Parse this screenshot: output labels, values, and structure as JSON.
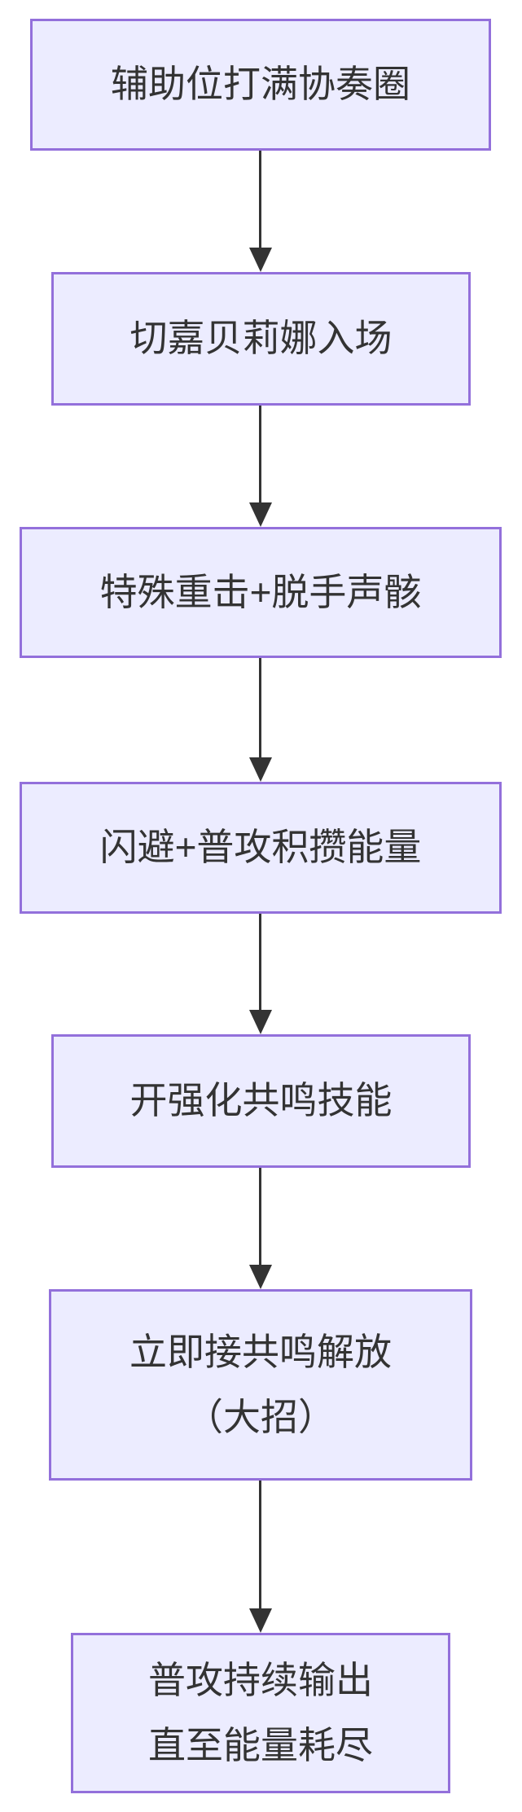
{
  "diagram": {
    "type": "flowchart",
    "direction": "top-down",
    "colors": {
      "background": "#ffffff",
      "node_fill": "#ECECFF",
      "node_border": "#9370DB",
      "node_text": "#333333",
      "arrow": "#333333"
    },
    "nodes": [
      {
        "id": "step-1",
        "lines": [
          "辅助位打满协奏圈"
        ]
      },
      {
        "id": "step-2",
        "lines": [
          "切嘉贝莉娜入场"
        ]
      },
      {
        "id": "step-3",
        "lines": [
          "特殊重击+脱手声骸"
        ]
      },
      {
        "id": "step-4",
        "lines": [
          "闪避+普攻积攒能量"
        ]
      },
      {
        "id": "step-5",
        "lines": [
          "开强化共鸣技能"
        ]
      },
      {
        "id": "step-6",
        "lines": [
          "立即接共鸣解放",
          "（大招）"
        ]
      },
      {
        "id": "step-7",
        "lines": [
          "普攻持续输出",
          "直至能量耗尽"
        ]
      }
    ],
    "edges": [
      {
        "from": "step-1",
        "to": "step-2"
      },
      {
        "from": "step-2",
        "to": "step-3"
      },
      {
        "from": "step-3",
        "to": "step-4"
      },
      {
        "from": "step-4",
        "to": "step-5"
      },
      {
        "from": "step-5",
        "to": "step-6"
      },
      {
        "from": "step-6",
        "to": "step-7"
      }
    ]
  }
}
